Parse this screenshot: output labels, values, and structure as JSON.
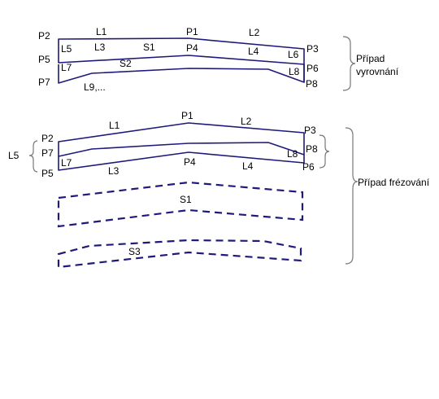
{
  "colors": {
    "line": "#1f1a7a",
    "brace": "#777777",
    "background": "#ffffff",
    "text": "#000000"
  },
  "case1": {
    "caption_line1": "Případ",
    "caption_line2": "vyrovnání",
    "labels": {
      "p2": "P2",
      "p1": "P1",
      "p3": "P3",
      "p5": "P5",
      "p4": "P4",
      "p6": "P6",
      "p7": "P7",
      "p8": "P8",
      "l1": "L1",
      "l2": "L2",
      "l5": "L5",
      "l3": "L3",
      "s1": "S1",
      "l4": "L4",
      "l6": "L6",
      "l7": "L7",
      "s2": "S2",
      "l8": "L8",
      "l9": "L9,..."
    }
  },
  "case2": {
    "caption": "Případ frézování",
    "labels": {
      "p1": "P1",
      "p2": "P2",
      "p3": "P3",
      "p7": "P7",
      "p8": "P8",
      "p5": "P5",
      "p4": "P4",
      "p6": "P6",
      "l1": "L1",
      "l2": "L2",
      "l5": "L5",
      "l7": "L7",
      "l8": "L8",
      "l3": "L3",
      "l4": "L4",
      "s1": "S1",
      "s3": "S3"
    }
  }
}
